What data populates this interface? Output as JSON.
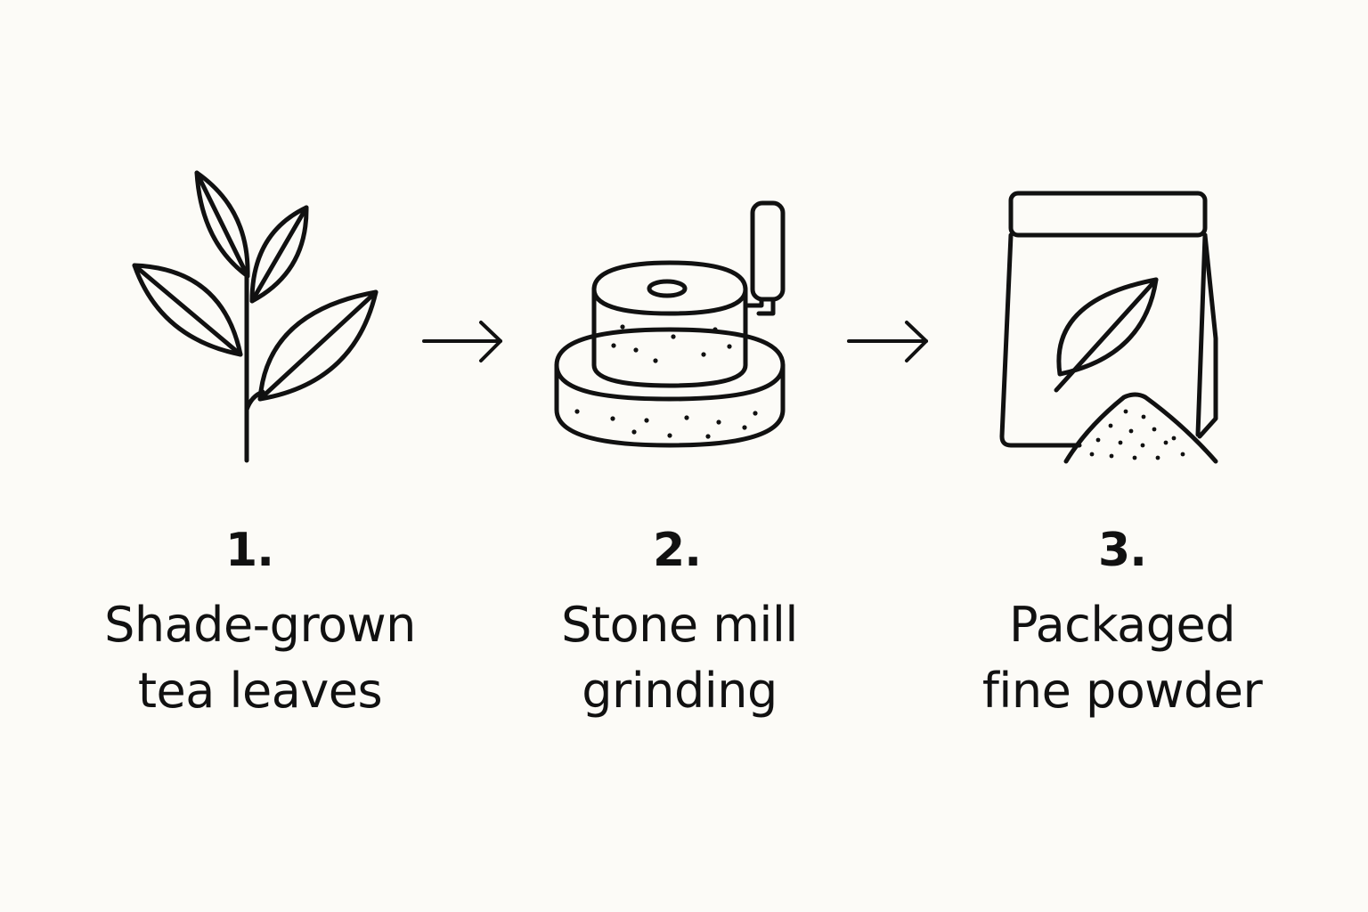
{
  "colors": {
    "background": "#fcfbf7",
    "ink": "#111111"
  },
  "steps": [
    {
      "number": "1.",
      "label_lines": [
        "Shade-grown",
        "tea leaves"
      ],
      "icon": "tea-plant-icon"
    },
    {
      "number": "2.",
      "label_lines": [
        "Stone mill",
        "grinding"
      ],
      "icon": "stone-mill-icon"
    },
    {
      "number": "3.",
      "label_lines": [
        "Packaged",
        "fine powder"
      ],
      "icon": "powder-pouch-icon"
    }
  ],
  "connectors": [
    {
      "icon": "arrow-right-icon"
    },
    {
      "icon": "arrow-right-icon"
    }
  ]
}
